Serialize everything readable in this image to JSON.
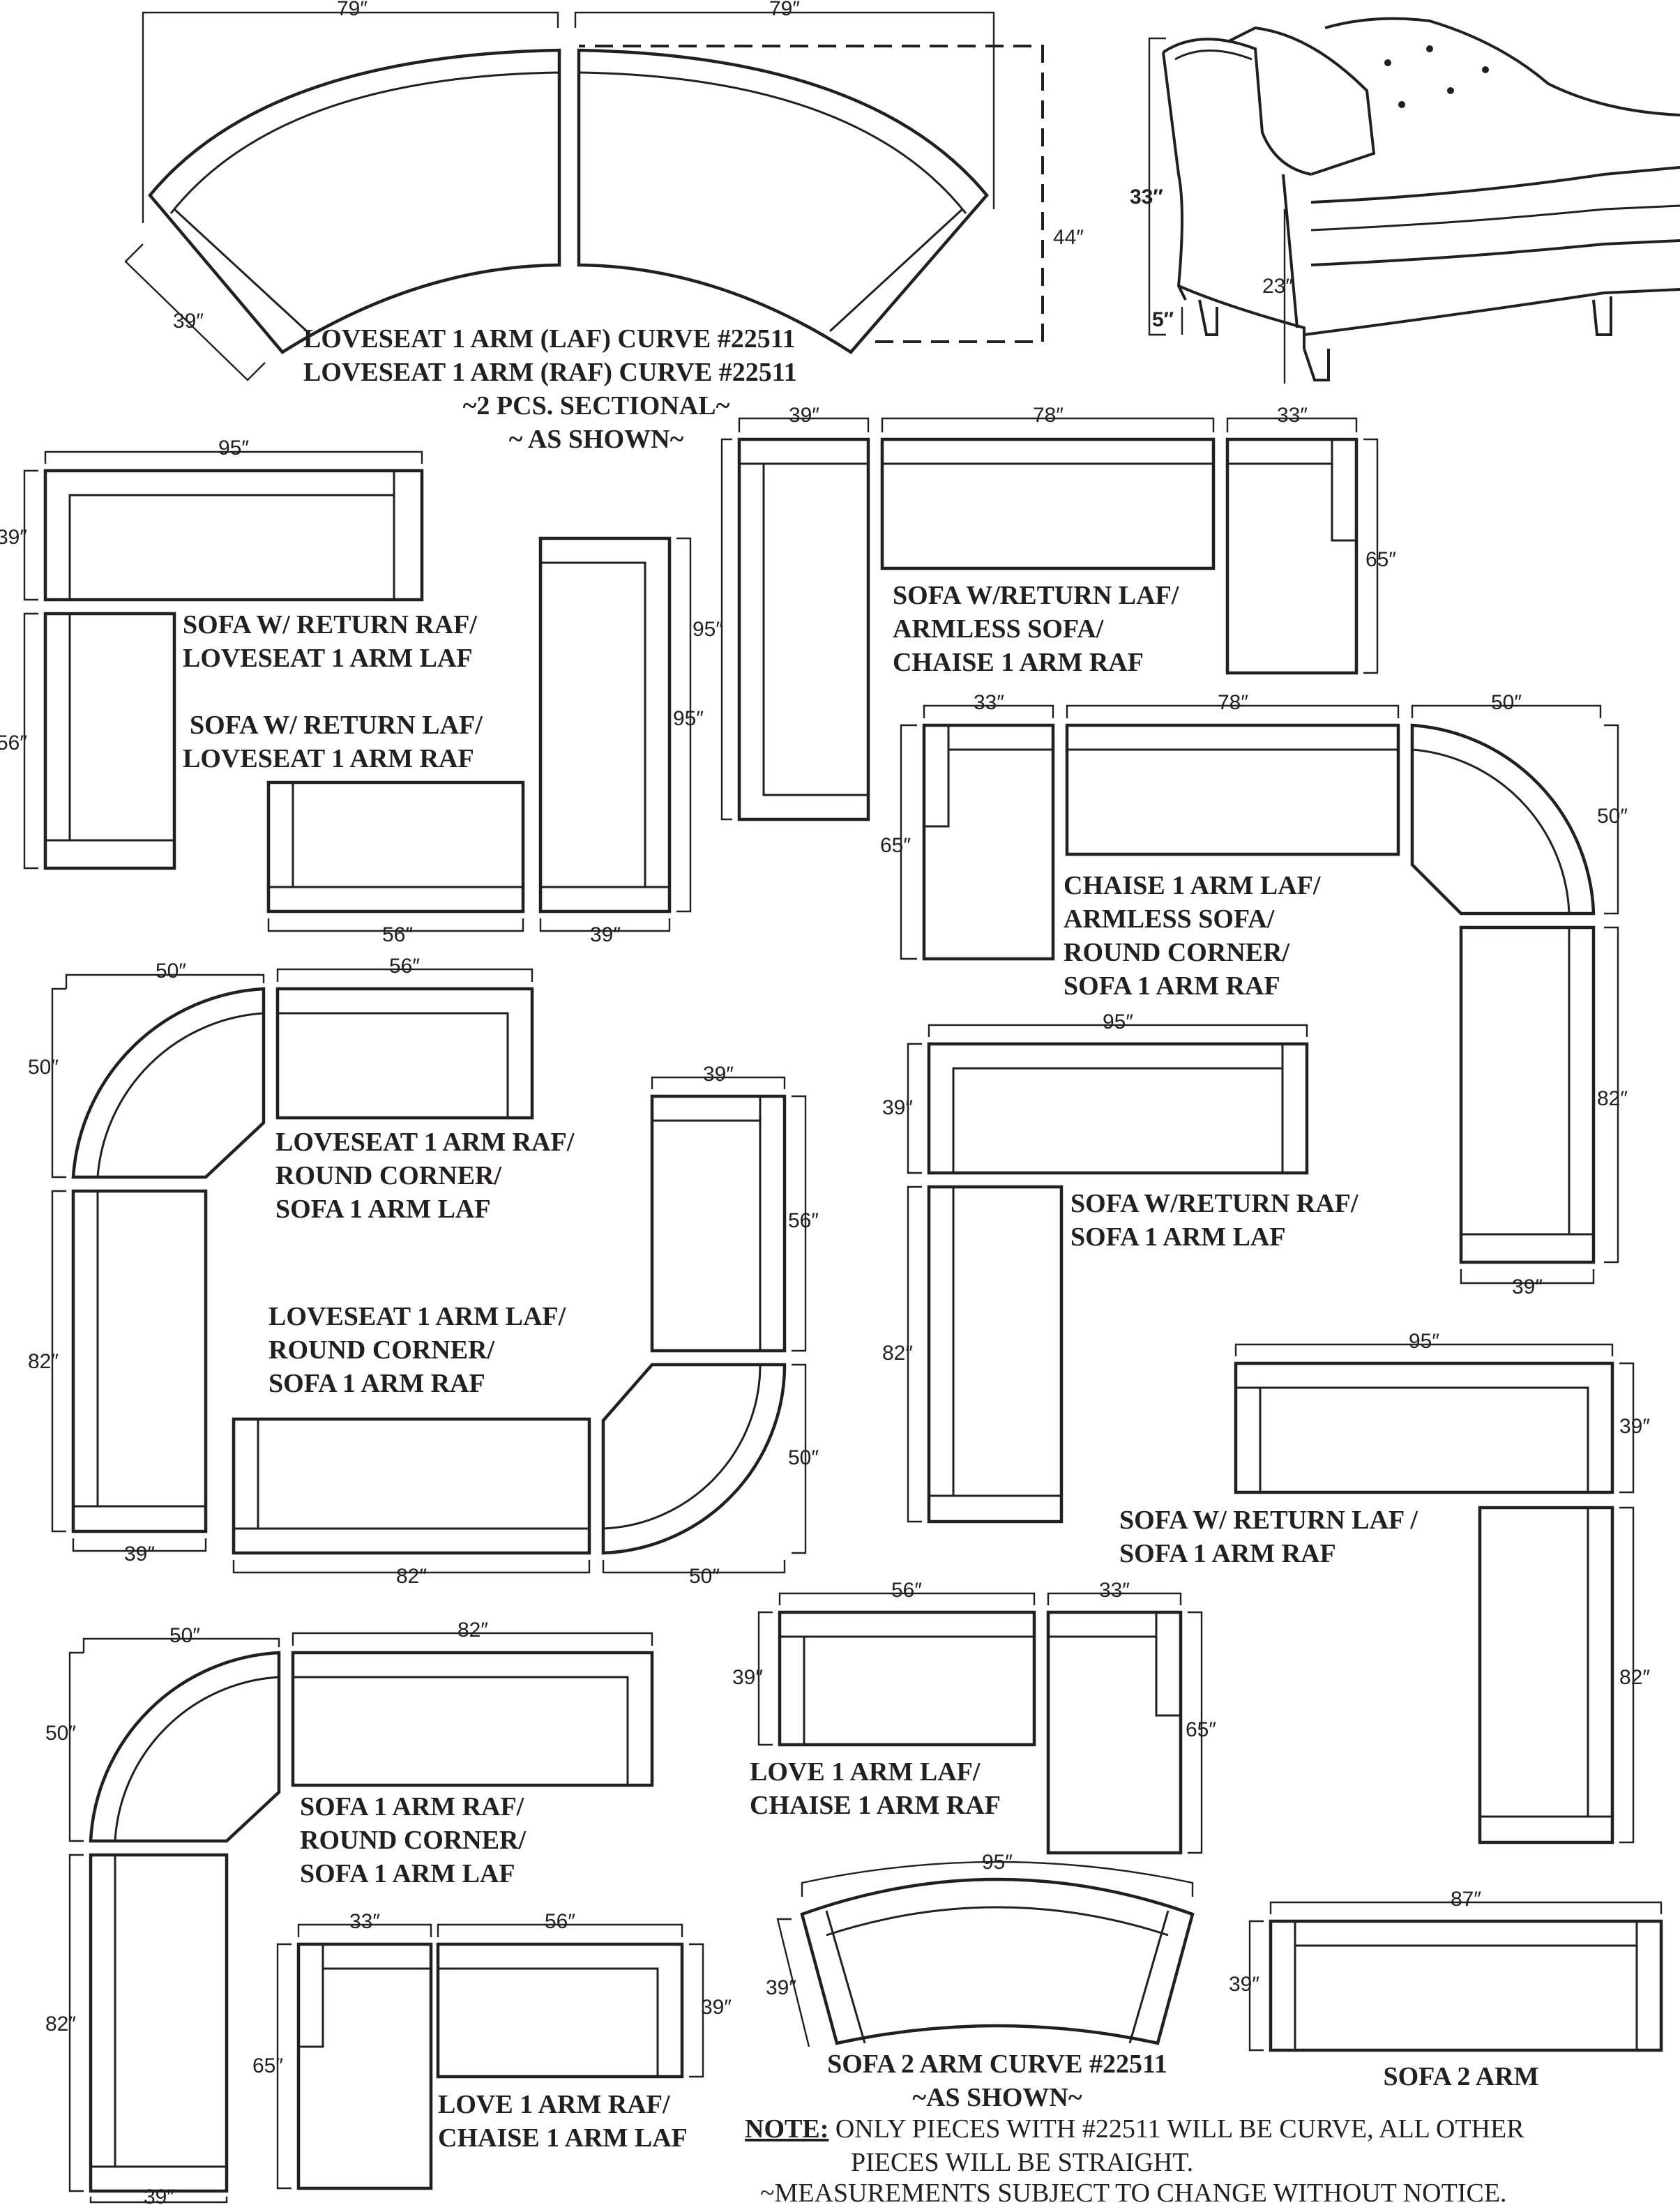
{
  "top_curve": {
    "width_left": "79″",
    "width_right": "79″",
    "depth": "39″",
    "overall_depth": "44″",
    "label_line1": "LOVESEAT 1 ARM (LAF) CURVE #22511",
    "label_line2": "LOVESEAT 1 ARM (RAF) CURVE #22511",
    "label_line3": "~2 PCS. SECTIONAL~",
    "label_line4": "~ AS SHOWN~"
  },
  "profile": {
    "height": "33″",
    "seat_height": "23″",
    "leg_height": "5″"
  },
  "config1": {
    "width": "95″",
    "depth": "39″",
    "return_depth": "56″",
    "label_line1": "SOFA W/ RETURN RAF/",
    "label_line2": "LOVESEAT 1 ARM LAF"
  },
  "config2": {
    "width": "56″",
    "depth": "39″",
    "sofa_length": "95″",
    "label_line1": "SOFA  W/ RETURN LAF/",
    "label_line2": "LOVESEAT 1 ARM  RAF"
  },
  "config3": {
    "depth": "39″",
    "length": "95″",
    "armless_width": "78″",
    "chaise_width": "33″",
    "chaise_length": "65″",
    "label_line1": "SOFA W/RETURN LAF/",
    "label_line2": "ARMLESS SOFA/",
    "label_line3": "CHAISE 1 ARM RAF"
  },
  "config4": {
    "chaise_width": "33″",
    "chaise_length": "65″",
    "armless_width": "78″",
    "corner_width": "50″",
    "corner_depth": "50″",
    "sofa_length": "82″",
    "sofa_depth": "39″",
    "label_line1": "CHAISE 1 ARM LAF/",
    "label_line2": "ARMLESS SOFA/",
    "label_line3": "ROUND CORNER/",
    "label_line4": "SOFA 1 ARM RAF"
  },
  "config5": {
    "corner_width": "50″",
    "corner_depth": "50″",
    "loveseat_width": "56″",
    "sofa_length": "82″",
    "sofa_depth": "39″",
    "label_line1": "LOVESEAT 1 ARM RAF/",
    "label_line2": "ROUND CORNER/",
    "label_line3": "SOFA 1 ARM LAF"
  },
  "config6": {
    "loveseat_width": "39″",
    "loveseat_length": "56″",
    "corner_size": "50″",
    "sofa_length": "82″",
    "corner_width": "50″",
    "label_line1": "LOVESEAT 1 ARM LAF/",
    "label_line2": "ROUND CORNER/",
    "label_line3": "SOFA 1 ARM RAF"
  },
  "config7": {
    "width": "95″",
    "depth": "39″",
    "sofa_length": "82″",
    "label_line1": "SOFA W/RETURN RAF/",
    "label_line2": "SOFA 1 ARM LAF"
  },
  "config8": {
    "width": "95″",
    "depth": "39″",
    "sofa_length": "82″",
    "label_line1": "SOFA W/ RETURN LAF /",
    "label_line2": "SOFA 1 ARM RAF"
  },
  "config9": {
    "corner_width": "50″",
    "corner_depth": "50″",
    "sofa_width": "82″",
    "sofa_length": "82″",
    "sofa_depth": "39″",
    "label_line1": "SOFA 1 ARM RAF/",
    "label_line2": "ROUND CORNER/",
    "label_line3": "SOFA 1 ARM LAF"
  },
  "config10": {
    "love_width": "56″",
    "depth": "39″",
    "chaise_width": "33″",
    "chaise_length": "65″",
    "label_line1": "LOVE 1 ARM LAF/",
    "label_line2": "CHAISE 1 ARM RAF"
  },
  "config11": {
    "chaise_width": "33″",
    "love_width": "56″",
    "chaise_length": "65″",
    "depth": "39″",
    "label_line1": "LOVE 1 ARM RAF/",
    "label_line2": "CHAISE 1 ARM LAF"
  },
  "config12": {
    "width": "95″",
    "depth": "39″",
    "label_line1": "SOFA 2 ARM CURVE #22511",
    "label_line2": "~AS SHOWN~"
  },
  "config13": {
    "width": "87″",
    "depth": "39″",
    "label": "SOFA 2 ARM"
  },
  "note": {
    "lead": "NOTE:",
    "line1": " ONLY PIECES WITH #22511 WILL BE CURVE, ALL OTHER",
    "line2": "PIECES WILL BE STRAIGHT.",
    "line3": "~MEASUREMENTS SUBJECT TO CHANGE WITHOUT NOTICE."
  }
}
